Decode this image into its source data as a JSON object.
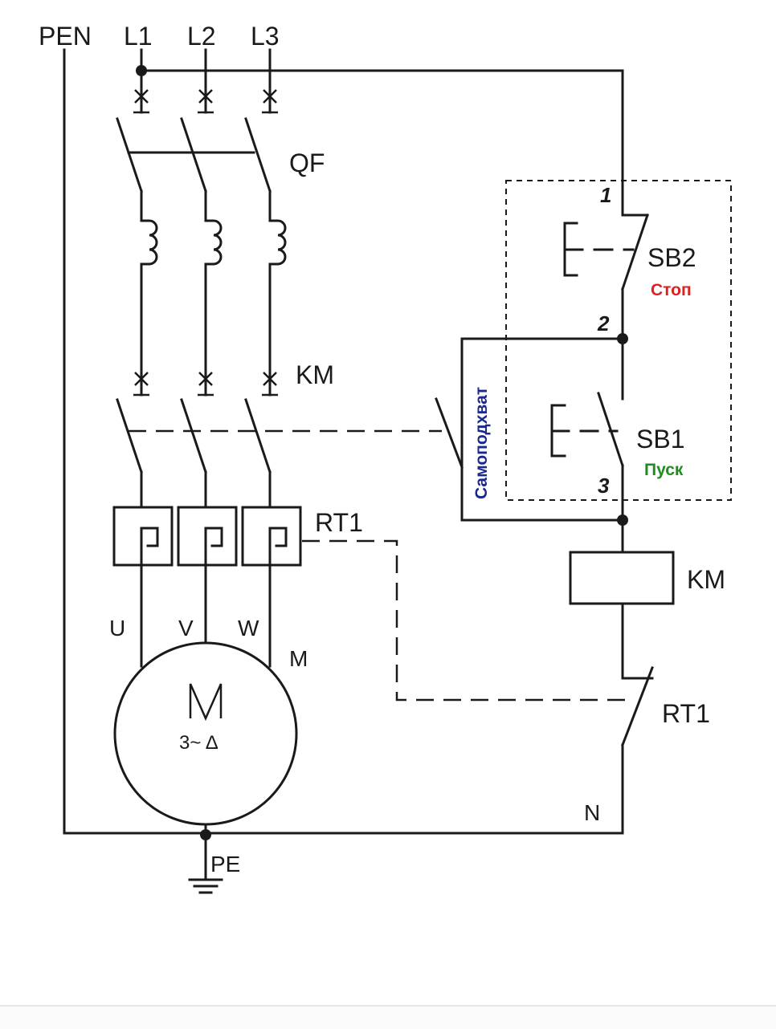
{
  "diagram": {
    "supply": {
      "pen": "PEN",
      "l1": "L1",
      "l2": "L2",
      "l3": "L3"
    },
    "breaker": "QF",
    "contactor_main": "KM",
    "thermal_relay": "RT1",
    "motor": {
      "phase_u": "U",
      "phase_v": "V",
      "phase_w": "W",
      "label": "M",
      "symbol": "M",
      "spec": "3~ Δ"
    },
    "ground": "PE",
    "neutral": "N",
    "control": {
      "stop_button": "SB2",
      "stop_note": "Стоп",
      "start_button": "SB1",
      "start_note": "Пуск",
      "self_hold_note": "Самоподхват",
      "coil": "KM",
      "thermal_contact": "RT1",
      "node_1": "1",
      "node_2": "2",
      "node_3": "3"
    },
    "colors": {
      "stop": "#e02020",
      "start": "#1e8c1e",
      "self_hold": "#1a2a8c",
      "wire": "#1a1a1a"
    }
  }
}
